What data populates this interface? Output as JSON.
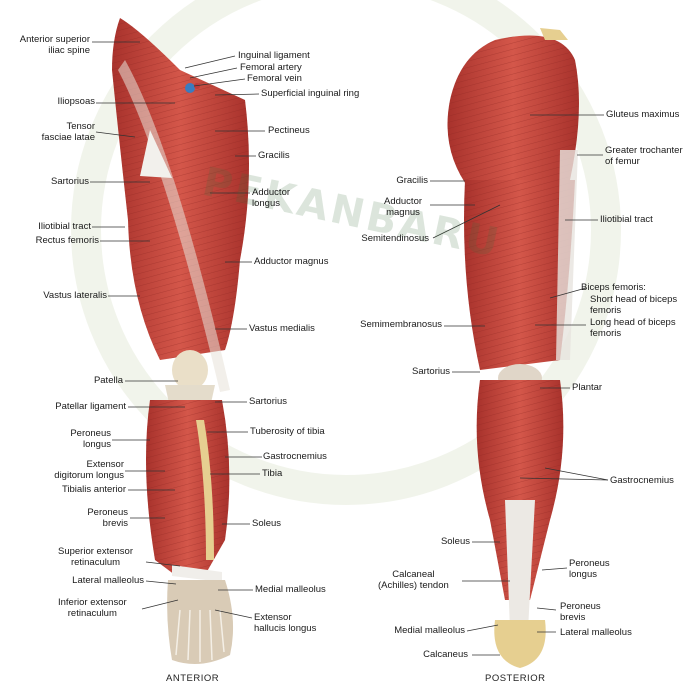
{
  "watermark": {
    "text": "PEKANBARU",
    "color": "#3c6e3c"
  },
  "colors": {
    "muscle": "#c8463c",
    "muscle_dark": "#9c2a24",
    "tendon": "#e8e4dc",
    "bone": "#e6cf90",
    "label_line": "#333333"
  },
  "views": {
    "anterior": "ANTERIOR",
    "posterior": "POSTERIOR"
  },
  "labels": {
    "anterior_superior_iliac_spine": "Anterior superior\niliac spine",
    "inguinal_ligament": "Inguinal ligament",
    "femoral_artery": "Femoral artery",
    "femoral_vein": "Femoral vein",
    "superficial_inguinal_ring": "Superficial inguinal ring",
    "iliopsoas": "Iliopsoas",
    "tensor_fasciae_latae": "Tensor\nfasciae latae",
    "pectineus": "Pectineus",
    "gracilis_a": "Gracilis",
    "sartorius_a": "Sartorius",
    "adductor_longus": "Adductor\nlongus",
    "iliotibial_tract_a": "Iliotibial tract",
    "rectus_femoris": "Rectus femoris",
    "adductor_magnus_a": "Adductor magnus",
    "vastus_lateralis": "Vastus lateralis",
    "vastus_medialis": "Vastus medialis",
    "patella": "Patella",
    "patellar_ligament": "Patellar ligament",
    "sartorius_a2": "Sartorius",
    "peroneus_longus_a": "Peroneus\nlongus",
    "tuberosity_of_tibia": "Tuberosity of tibia",
    "extensor_digitorum_longus": "Extensor\ndigitorum longus",
    "gastrocnemius_a": "Gastrocnemius",
    "tibialis_anterior": "Tibialis anterior",
    "tibia": "Tibia",
    "peroneus_brevis_a": "Peroneus\nbrevis",
    "soleus_a": "Soleus",
    "superior_extensor_retinaculum": "Superior extensor\nretinaculum",
    "lateral_malleolus_a": "Lateral malleolus",
    "medial_malleolus_a": "Medial malleolus",
    "inferior_extensor_retinaculum": "Inferior extensor\nretinaculum",
    "extensor_hallucis_longus": "Extensor\nhallucis longus",
    "gluteus_maximus": "Gluteus maximus",
    "greater_trochanter": "Greater trochanter\nof femur",
    "gracilis_p": "Gracilis",
    "adductor_magnus_p": "Adductor\nmagnus",
    "iliotibial_tract_p": "Iliotibial tract",
    "semitendinosus": "Semitendinosus",
    "biceps_femoris": "Biceps femoris:",
    "short_head": "Short head of biceps\nfemoris",
    "long_head": "Long head of biceps\nfemoris",
    "semimembranosus": "Semimembranosus",
    "sartorius_p": "Sartorius",
    "plantar": "Plantar",
    "gastrocnemius_p": "Gastrocnemius",
    "soleus_p": "Soleus",
    "calcaneal_tendon": "Calcaneal\n(Achilles) tendon",
    "peroneus_longus_p": "Peroneus\nlongus",
    "peroneus_brevis_p": "Peroneus\nbrevis",
    "medial_malleolus_p": "Medial malleolus",
    "lateral_malleolus_p": "Lateral malleolus",
    "calcaneus": "Calcaneus"
  }
}
